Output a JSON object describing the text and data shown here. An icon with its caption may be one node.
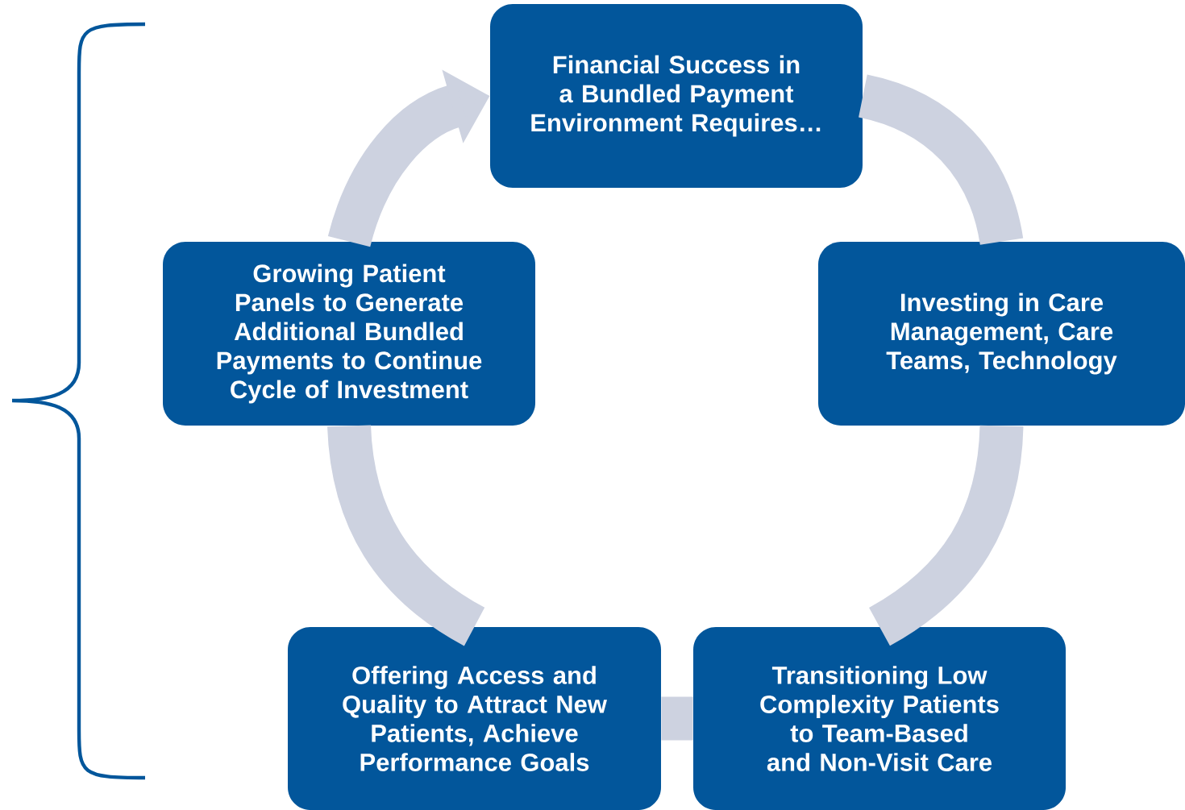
{
  "diagram": {
    "nodes": [
      {
        "text": [
          "Financial Success in a Bundled Payment Environment Requires…"
        ]
      },
      {
        "text": [
          "Investing in Care Management, Care Teams, Technology"
        ]
      },
      {
        "text": [
          "Transitioning Low Complexity Patients to Team-Based and Non-Visit Care"
        ]
      },
      {
        "text": [
          "Offering Access and Quality to Attract New Patients, Achieve Performance Goals"
        ]
      },
      {
        "text": [
          "Growing Patient Panels to Generate Additional Bundled Payments to Continue Cycle of Investment"
        ]
      }
    ],
    "edges": [
      {
        "from": 0,
        "to": 1,
        "arrow": "none"
      },
      {
        "from": 1,
        "to": 2,
        "arrow": "none"
      },
      {
        "from": 2,
        "to": 3,
        "arrow": "none"
      },
      {
        "from": 3,
        "to": 4,
        "arrow": "none"
      },
      {
        "from": 4,
        "to": 0,
        "arrow": "to"
      }
    ]
  }
}
